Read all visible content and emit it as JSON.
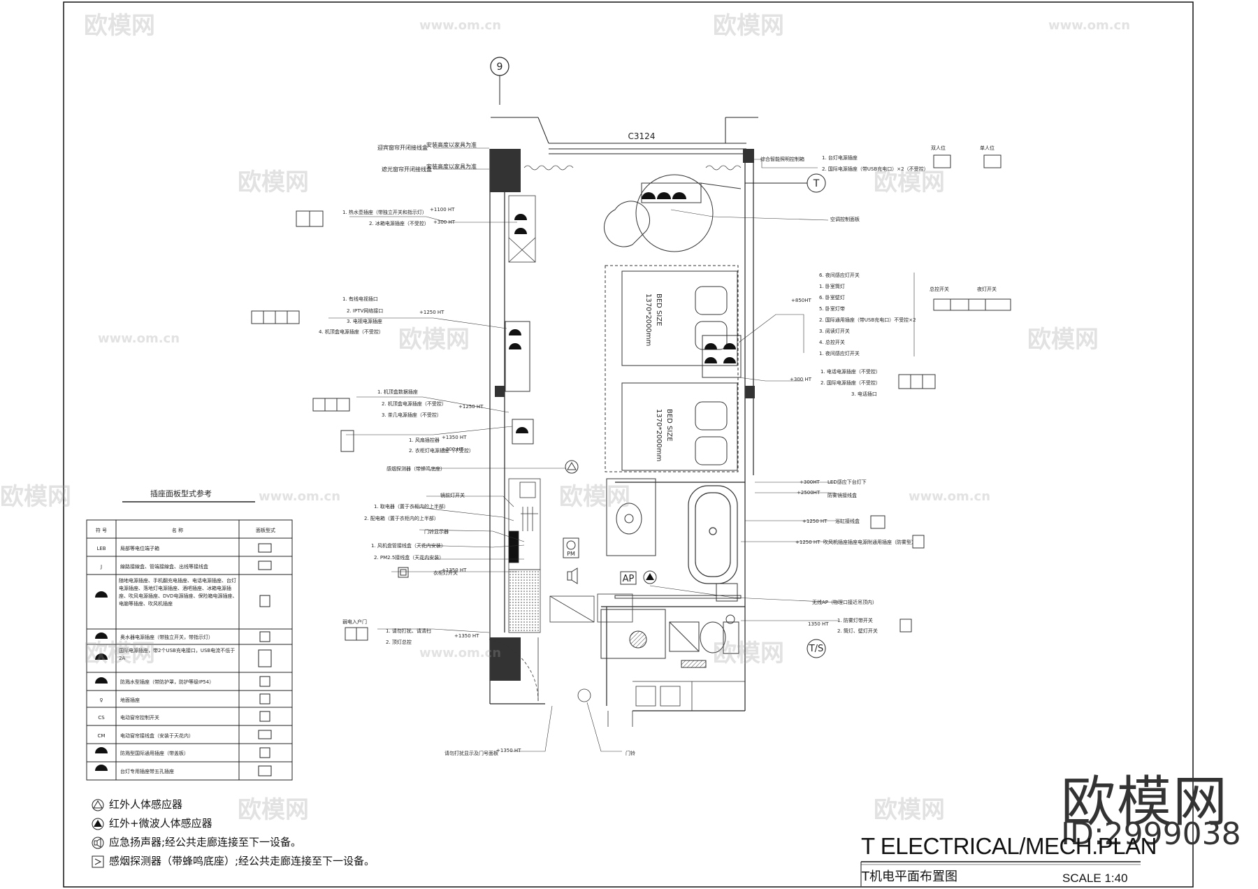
{
  "drawing": {
    "title": "T ELECTRICAL/MECH.PLAN",
    "subtitle": "T机电平面布置图",
    "scale": "SCALE    1:40",
    "grid_label": "9",
    "room_tag": "T",
    "bath_tag": "T/S",
    "window_code": "C3124",
    "bed_label_1": "BED SIZE",
    "bed_size_1": "1370*2000mm",
    "bed_label_2": "BED SIZE",
    "bed_size_2": "1370*2000mm",
    "ap_label": "AP",
    "pm_label": "PM"
  },
  "brand": {
    "name": "欧模网",
    "id": "ID:2999038",
    "watermark": "欧模网",
    "watermark_url": "www.om.cn"
  },
  "socket_table": {
    "title": "插座面板型式参考",
    "headers": [
      "符 号",
      "名 称",
      "面板型式"
    ],
    "rows": [
      {
        "symbol": "LEB",
        "name": "局部等电位端子箱"
      },
      {
        "symbol": "J",
        "name": "線路接線盒、管端接線盒、出线等接线盒"
      },
      {
        "symbol": "◒",
        "name": "随地电源插座、手机翻充电插座、电话电源插座、台灯电源插座、落地灯电源插座、酒吧插座、冰箱电源插座、吹风电源插座、DVD电源插座、保险箱电源插座、电脑等插座、吹风机插座"
      },
      {
        "symbol": "◒",
        "name": "奥水器电源插座（带独立开关，带指示灯）"
      },
      {
        "symbol": "◒",
        "name": "国际电源插座，带2个USB充电接口，USB电流不低于2A"
      },
      {
        "symbol": "◒",
        "name": "防溅水型插座（带防护罩，防护等级IP54）"
      },
      {
        "symbol": "♀",
        "name": "地面插座"
      },
      {
        "symbol": "CS",
        "name": "电动窗帘控制开关"
      },
      {
        "symbol": "CM",
        "name": "电动窗帘接线盒（安装于天花内）"
      },
      {
        "symbol": "◒",
        "name": "防溅型国际通用插座（带盖板）"
      },
      {
        "symbol": "◒",
        "name": "台灯专用插座带五孔插座"
      }
    ]
  },
  "legend": [
    {
      "icon": "triangle-outline-icon",
      "text": "红外人体感应器"
    },
    {
      "icon": "triangle-filled-icon",
      "text": "红外+微波人体感应器"
    },
    {
      "icon": "speaker-icon",
      "text": "应急扬声器;经公共走廊连接至下一设备。"
    },
    {
      "icon": "smoke-detector-icon",
      "text": "感烟探测器（带蜂鸣底座）;经公共走廊连接至下一设备。"
    }
  ],
  "callouts": {
    "c1": "迎宾窗帘开闭接线盒",
    "c2": "安装高度以家具为准",
    "c3": "遮光窗帘开闭接线盒",
    "c4": "安装高度以家具为准",
    "c5a": "1. 热水壶插座（带独立开关和指示灯）",
    "c5b": "2. 冰箱电源插座（不受控）",
    "c5h1": "+1100 HT",
    "c5h2": "+300 HT",
    "c6a": "1. 有线电视插口",
    "c6b": "2. IPTV网络接口",
    "c6c": "3. 电视电源插座",
    "c6d": "4. 机顶盒电源插座（不受控）",
    "c6h": "+1250 HT",
    "c7a": "1. 机顶盒数据插座",
    "c7b": "2. 机顶盒电源插座（不受控）",
    "c7c": "3. 茶几电源插座（不受控）",
    "c7h": "+1250 HT",
    "c8a": "1. 风扇插控器",
    "c8b": "2. 衣柜灯电源插座（不受控）",
    "c8h1": "+1350 HT",
    "c8h2": "+300 HT",
    "c9": "感烟探测器（带蜂鸣底座）",
    "c10": "镜前灯开关",
    "c11a": "1. 取电器（置于衣柜内的上半部）",
    "c11b": "2. 配电箱（置于衣柜内的上半部）",
    "c12": "门铃显示器",
    "c13a": "1. 风机盘管接线盒（天花内安装）",
    "c13b": "2. PM2.5接线盒（天花内安装）",
    "c14": "衣柜灯开关",
    "c14h": "+1350 HT",
    "c15": "弱电入户门",
    "c15a": "1. 请勿打扰、请清扫",
    "c15b": "2. 顶灯总控",
    "c15h": "+1350 HT",
    "c16": "请勿打扰显示及门号面板",
    "c16h": "+1350 HT",
    "c17": "门铃",
    "c18": "综合智能照明控制箱",
    "c19a": "1. 台灯电源插座",
    "c19b": "2. 国际电源插座（带USB充电口）×2（不受控）",
    "c20": "双人位",
    "c21": "单人位",
    "c22": "空调控制面板",
    "c23h": "+850HT",
    "c23a": "6. 夜间感应灯开关",
    "c23b": "1. 卧室筒灯",
    "c23c": "6. 卧室壁灯",
    "c23d": "5. 卧室灯带",
    "c23e": "2. 国际通用插座（带USB充电口）不受控×2",
    "c23f": "3. 阅读灯开关",
    "c23g": "4. 总控开关",
    "c23i": "1. 夜间感应灯开关",
    "c24": "总控开关",
    "c25": "夜灯开关",
    "c26a": "1. 电话电源插座（不受控）",
    "c26b": "2. 国际电源插座（不受控）",
    "c26c": "3. 电话插口",
    "c26h": "+300 HT",
    "c27h": "+300HT",
    "c27": "LED感应下台灯下",
    "c28h": "+2500HT",
    "c28": "防雾镜接线盒",
    "c29h": "+1250 HT",
    "c29": "浴缸接线盒",
    "c30h": "+1250 HT",
    "c30": "吹风机插座插座电源附通用插座（防雾型）",
    "c31": "无线AP（物理口接近吊顶内）",
    "c32h": "1350 HT",
    "c32a": "1. 防雾灯带开关",
    "c32b": "2. 筒灯、壁灯开关"
  },
  "colors": {
    "line": "#222222",
    "fill_dark": "#333333",
    "watermark": "#969696"
  }
}
